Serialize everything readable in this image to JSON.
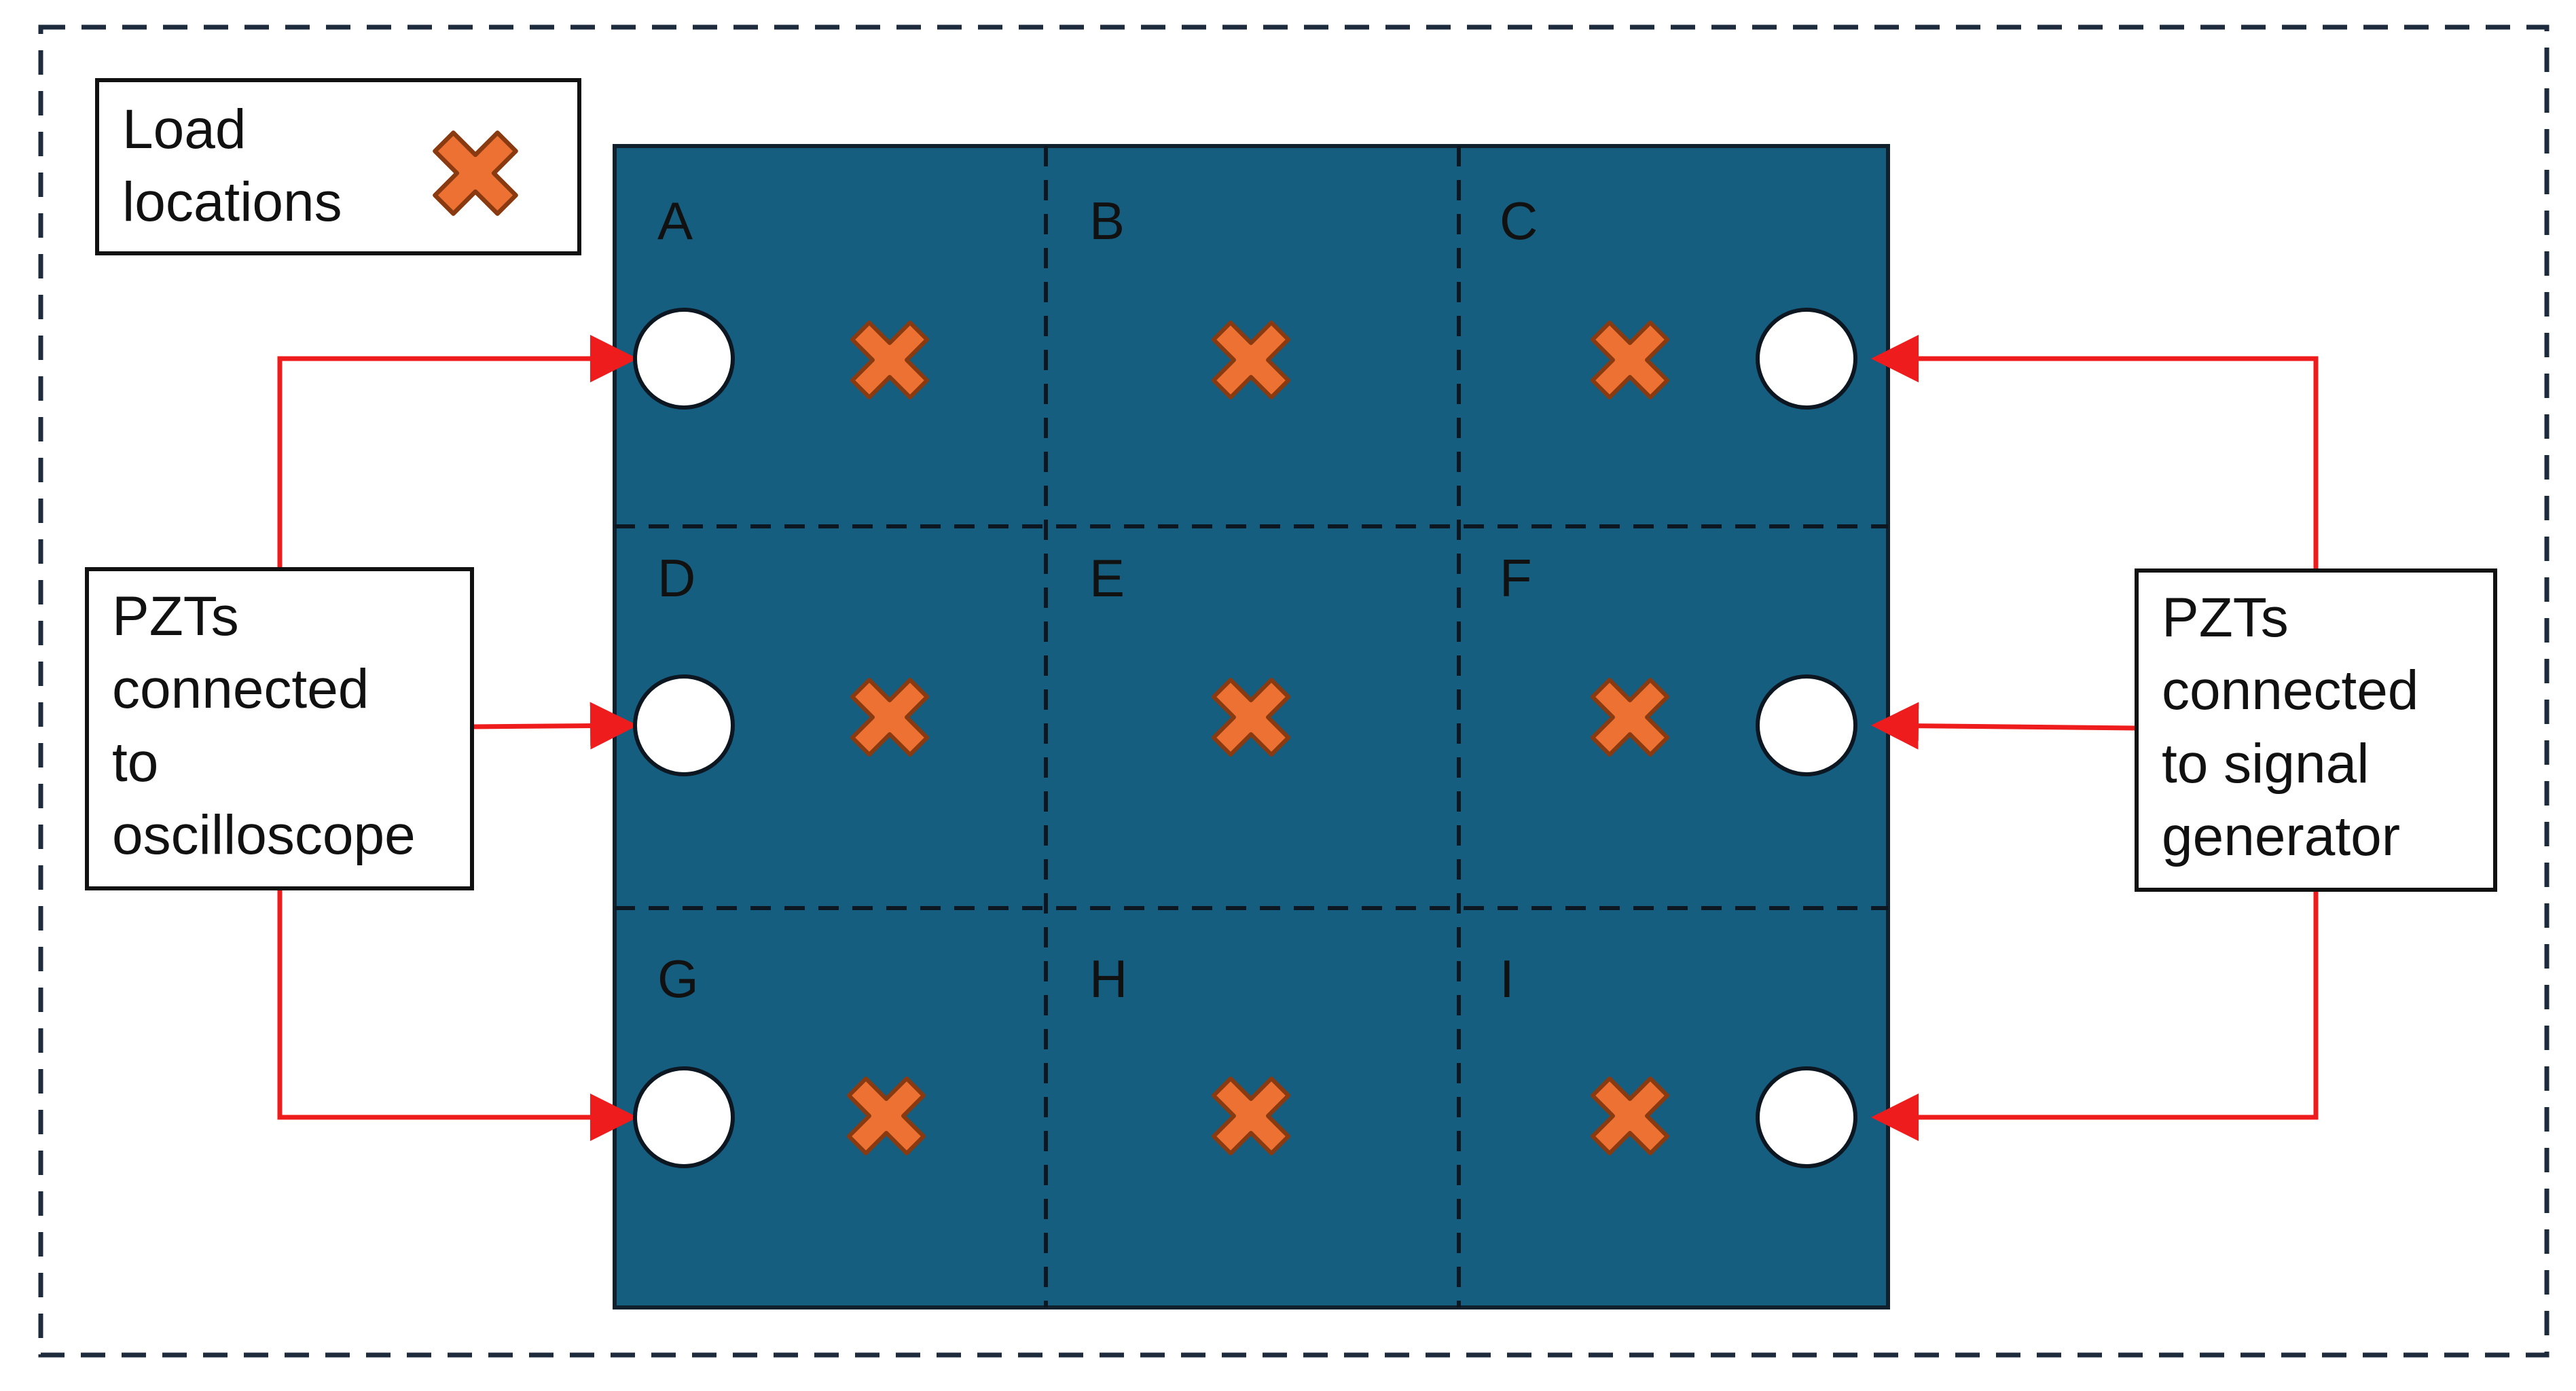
{
  "legend": {
    "lines": [
      "Load",
      "locations"
    ],
    "symbol_icon": "orange-cross-icon"
  },
  "cells": [
    {
      "label": "A"
    },
    {
      "label": "B"
    },
    {
      "label": "C"
    },
    {
      "label": "D"
    },
    {
      "label": "E"
    },
    {
      "label": "F"
    },
    {
      "label": "G"
    },
    {
      "label": "H"
    },
    {
      "label": "I"
    }
  ],
  "left_box": {
    "lines": [
      "PZTs",
      "connected",
      "to",
      "oscilloscope"
    ]
  },
  "right_box": {
    "lines": [
      "PZTs",
      "connected",
      "to signal",
      "generator"
    ]
  },
  "colors": {
    "plate": "#165e80",
    "cross_fill": "#ed7133",
    "cross_stroke": "#8a3a10",
    "wire": "#ee1c1c",
    "frame": "#1e2b3c",
    "pzt": "#ffffff"
  },
  "icons": {
    "load_marker": "orange-cross-icon",
    "sensor": "white-circle-pzt-icon"
  }
}
